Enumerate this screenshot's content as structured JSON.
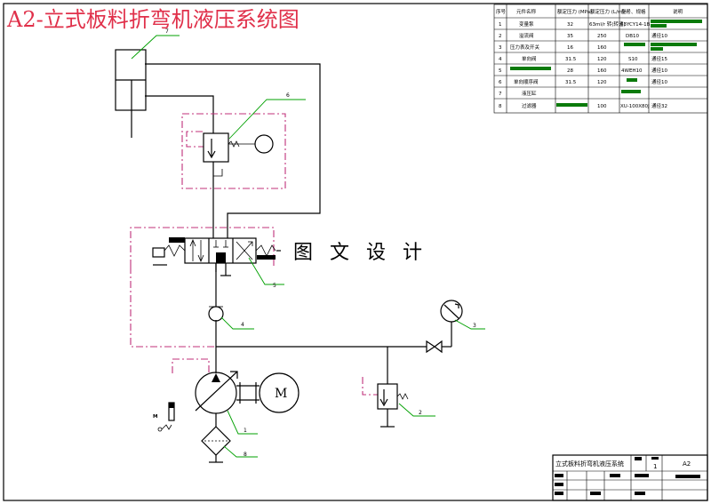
{
  "title": "A2-立式板料折弯机液压系统图",
  "watermark": "图 文 设 计",
  "motor_label": "M",
  "parts_table": {
    "headers": [
      "序号",
      "元件名称",
      "额定压力 (MPa)",
      "额定压力 (L/min)",
      "型号、规格",
      "说明"
    ],
    "rows": [
      {
        "no": "1",
        "name": "变量泵",
        "pressure": "32",
        "flow": "63ml/r 转(转速)",
        "model": "63YCY14-1B",
        "note": ""
      },
      {
        "no": "2",
        "name": "溢流阀",
        "pressure": "35",
        "flow": "250",
        "model": "DB10",
        "note": "通径10"
      },
      {
        "no": "3",
        "name": "压力表及开关",
        "pressure": "16",
        "flow": "160",
        "model": "",
        "note": ""
      },
      {
        "no": "4",
        "name": "单向阀",
        "pressure": "31.5",
        "flow": "120",
        "model": "S10",
        "note": "通径15"
      },
      {
        "no": "5",
        "name": "",
        "pressure": "28",
        "flow": "160",
        "model": "4WEH10",
        "note": "通径10"
      },
      {
        "no": "6",
        "name": "单向顺序阀",
        "pressure": "31.5",
        "flow": "120",
        "model": "",
        "note": "通径10"
      },
      {
        "no": "7",
        "name": "液压缸",
        "pressure": "",
        "flow": "",
        "model": "",
        "note": ""
      },
      {
        "no": "8",
        "name": "过滤器",
        "pressure": "",
        "flow": "100",
        "model": "XU-100X80J",
        "note": "通径32"
      }
    ]
  },
  "callouts": [
    "1",
    "2",
    "3",
    "4",
    "5",
    "6",
    "7",
    "8"
  ],
  "title_block": {
    "drawing_name": "立式板料折弯机液压系统",
    "sheet_size": "A2",
    "count": "1"
  },
  "colors": {
    "title": "#e0304a",
    "leader": "#00a000",
    "pilot_line": "#c0307a",
    "table_fill": "#0a7a0a"
  }
}
